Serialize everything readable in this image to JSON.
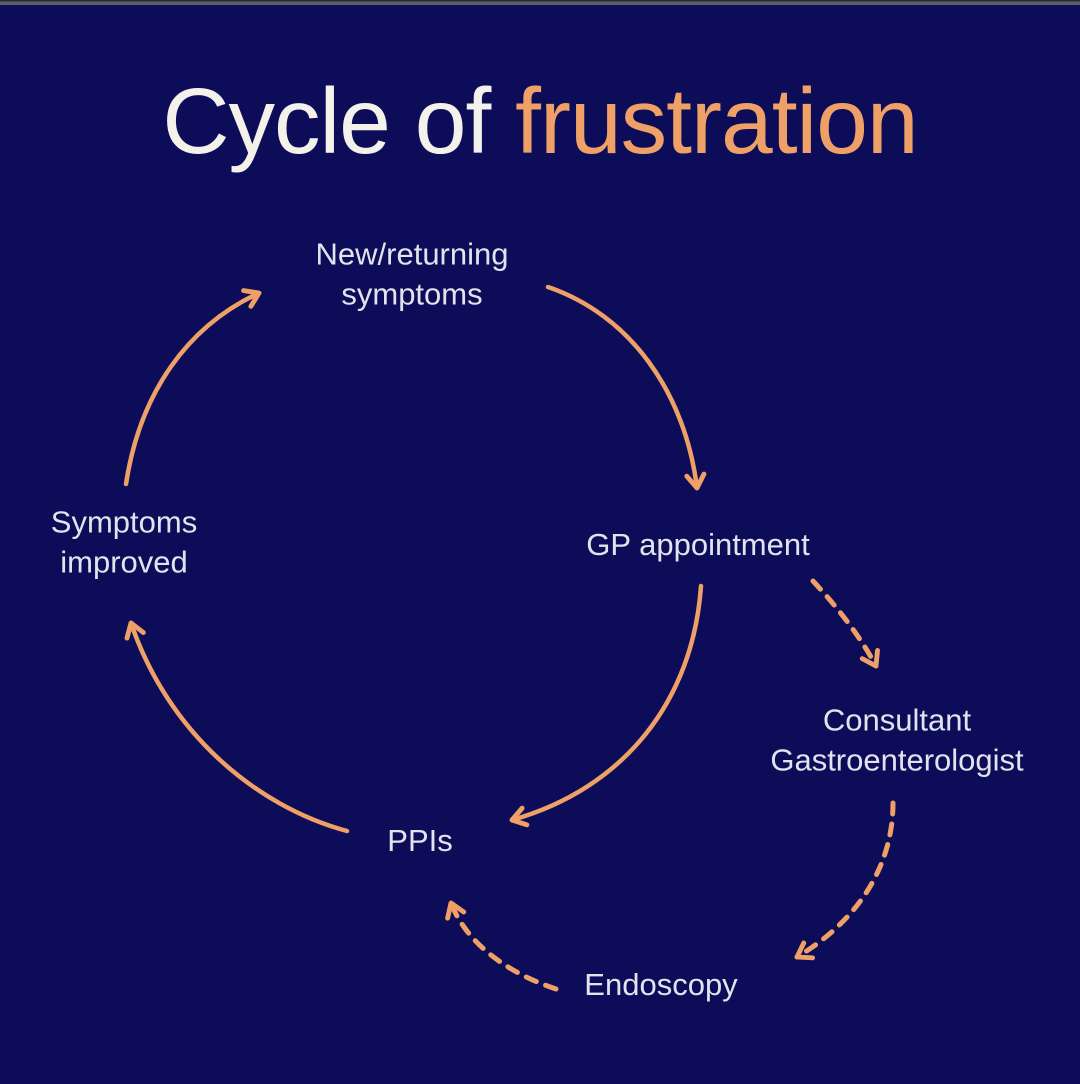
{
  "title": {
    "text": "Cycle of frustration",
    "prefix": "Cycle of ",
    "highlight": "frustration"
  },
  "nodes": {
    "new_returning_symptoms": {
      "label": "New/returning\nsymptoms"
    },
    "gp_appointment": {
      "label": "GP appointment"
    },
    "consultant_gastroenterologist": {
      "label": "Consultant\nGastroenterologist"
    },
    "endoscopy": {
      "label": "Endoscopy"
    },
    "ppis": {
      "label": "PPIs"
    },
    "symptoms_improved": {
      "label": "Symptoms\nimproved"
    }
  },
  "arrows": [
    {
      "from": "new_returning_symptoms",
      "to": "gp_appointment",
      "style": "solid"
    },
    {
      "from": "gp_appointment",
      "to": "ppis",
      "style": "solid"
    },
    {
      "from": "ppis",
      "to": "symptoms_improved",
      "style": "solid"
    },
    {
      "from": "symptoms_improved",
      "to": "new_returning_symptoms",
      "style": "solid"
    },
    {
      "from": "gp_appointment",
      "to": "consultant_gastroenterologist",
      "style": "dashed"
    },
    {
      "from": "consultant_gastroenterologist",
      "to": "endoscopy",
      "style": "dashed"
    },
    {
      "from": "endoscopy",
      "to": "ppis",
      "style": "dashed"
    }
  ],
  "colors": {
    "background": "#0c0c59",
    "arrow": "#efa066",
    "title_text": "#f4f1ea",
    "title_accent": "#efa066",
    "label_text": "#e2e3ec"
  }
}
